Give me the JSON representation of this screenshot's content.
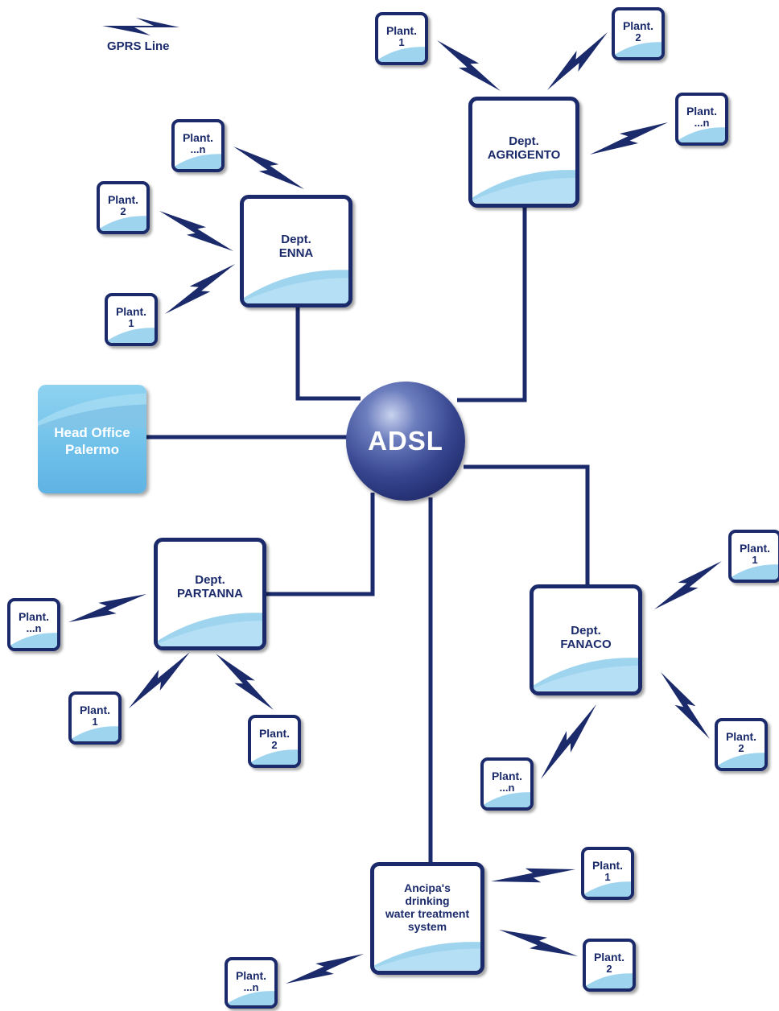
{
  "legend": {
    "label": "GPRS Line"
  },
  "hub": {
    "label": "ADSL"
  },
  "head_office": {
    "line1": "Head Office",
    "line2": "Palermo"
  },
  "departments": {
    "agrigento": {
      "line1": "Dept.",
      "line2": "AGRIGENTO"
    },
    "enna": {
      "line1": "Dept.",
      "line2": "ENNA"
    },
    "partanna": {
      "line1": "Dept.",
      "line2": "PARTANNA"
    },
    "fanaco": {
      "line1": "Dept.",
      "line2": "FANACO"
    },
    "ancipa": {
      "line1": "Ancipa's",
      "line2": "drinking",
      "line3": "water treatment",
      "line4": "system"
    }
  },
  "plants": {
    "agrigento": [
      {
        "line1": "Plant.",
        "line2": "1"
      },
      {
        "line1": "Plant.",
        "line2": "2"
      },
      {
        "line1": "Plant.",
        "line2": "...n"
      }
    ],
    "enna": [
      {
        "line1": "Plant.",
        "line2": "...n"
      },
      {
        "line1": "Plant.",
        "line2": "2"
      },
      {
        "line1": "Plant.",
        "line2": "1"
      }
    ],
    "partanna": [
      {
        "line1": "Plant.",
        "line2": "...n"
      },
      {
        "line1": "Plant.",
        "line2": "1"
      },
      {
        "line1": "Plant.",
        "line2": "2"
      }
    ],
    "fanaco": [
      {
        "line1": "Plant.",
        "line2": "1"
      },
      {
        "line1": "Plant.",
        "line2": "2"
      },
      {
        "line1": "Plant.",
        "line2": "...n"
      }
    ],
    "ancipa": [
      {
        "line1": "Plant.",
        "line2": "1"
      },
      {
        "line1": "Plant.",
        "line2": "2"
      },
      {
        "line1": "Plant.",
        "line2": "...n"
      }
    ]
  },
  "colors": {
    "navy": "#1b2a6b",
    "wave": "#9fd4ef",
    "head_office": "#6ec0ea",
    "hub": "#36458f"
  }
}
